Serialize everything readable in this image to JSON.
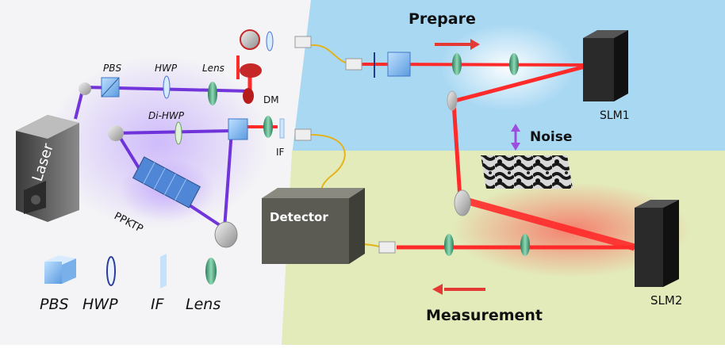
{
  "labels": {
    "laser": "Laser",
    "pbs_top": "PBS",
    "hwp_top": "HWP",
    "lens_top": "Lens",
    "dm": "DM",
    "di_hwp": "Di-HWP",
    "if_top": "IF",
    "ppktp": "PPKTP",
    "detector": "Detector",
    "prepare": "Prepare",
    "noise": "Noise",
    "slm1": "SLM1",
    "slm2": "SLM2",
    "measurement": "Measurement"
  },
  "legend": [
    {
      "label": "PBS",
      "icon": "cube-icon"
    },
    {
      "label": "HWP",
      "icon": "waveplate-icon"
    },
    {
      "label": "IF",
      "icon": "filter-icon"
    },
    {
      "label": "Lens",
      "icon": "lens-icon"
    }
  ],
  "colors": {
    "prepare_region": "#a9d8f3",
    "measure_region": "#e3ebbb",
    "pump_beam": "#6a2bd9",
    "signal_beam": "#ff2a2a",
    "fiber": "#e6b219",
    "slm": "#2a2a2a",
    "detector": "#5b5b54"
  }
}
